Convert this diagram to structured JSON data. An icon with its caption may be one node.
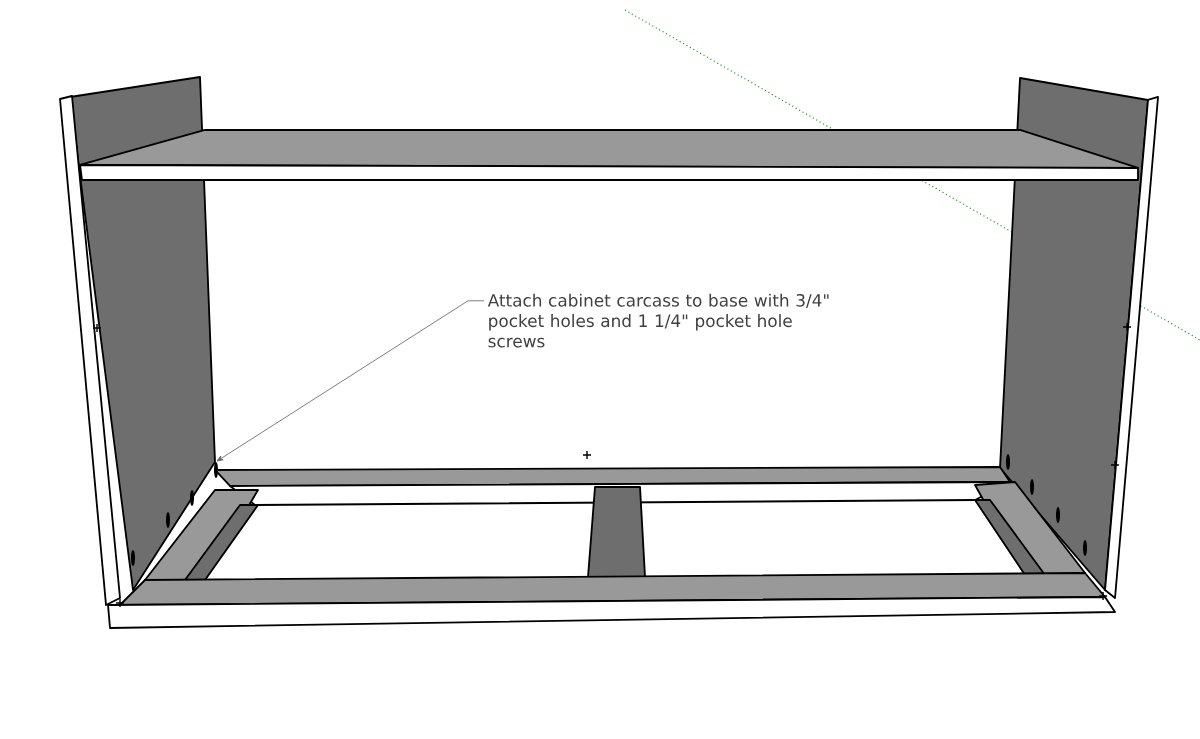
{
  "diagram": {
    "nodes": [
      {
        "text": [
          "Attach cabinet carcass to base with 3/4\" pocket holes and 1 1/4\" pocket hole screws"
        ]
      },
      {
        "text": [],
        "shape": "circle"
      }
    ],
    "edges": [
      {
        "from": 0,
        "to": 1,
        "arrow": "to"
      }
    ]
  }
}
